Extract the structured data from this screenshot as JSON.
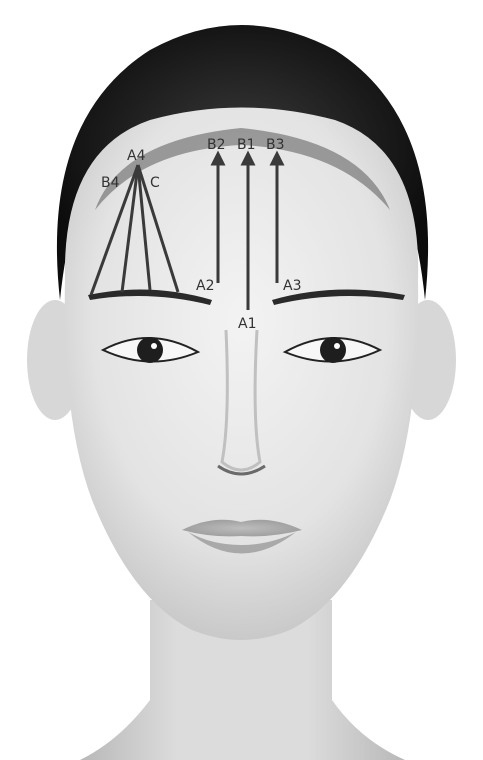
{
  "labels": {
    "b2": "B2",
    "b1": "B1",
    "b3": "B3",
    "a2": "A2",
    "a3": "A3",
    "a1": "A1",
    "b4": "B4",
    "c": "C",
    "a4": "A4"
  },
  "colors": {
    "line": "#3a3a3a",
    "hair": "#151515",
    "skin": "#e9e9e9",
    "skin_shadow": "#c8c8c8",
    "text": "#333333"
  }
}
